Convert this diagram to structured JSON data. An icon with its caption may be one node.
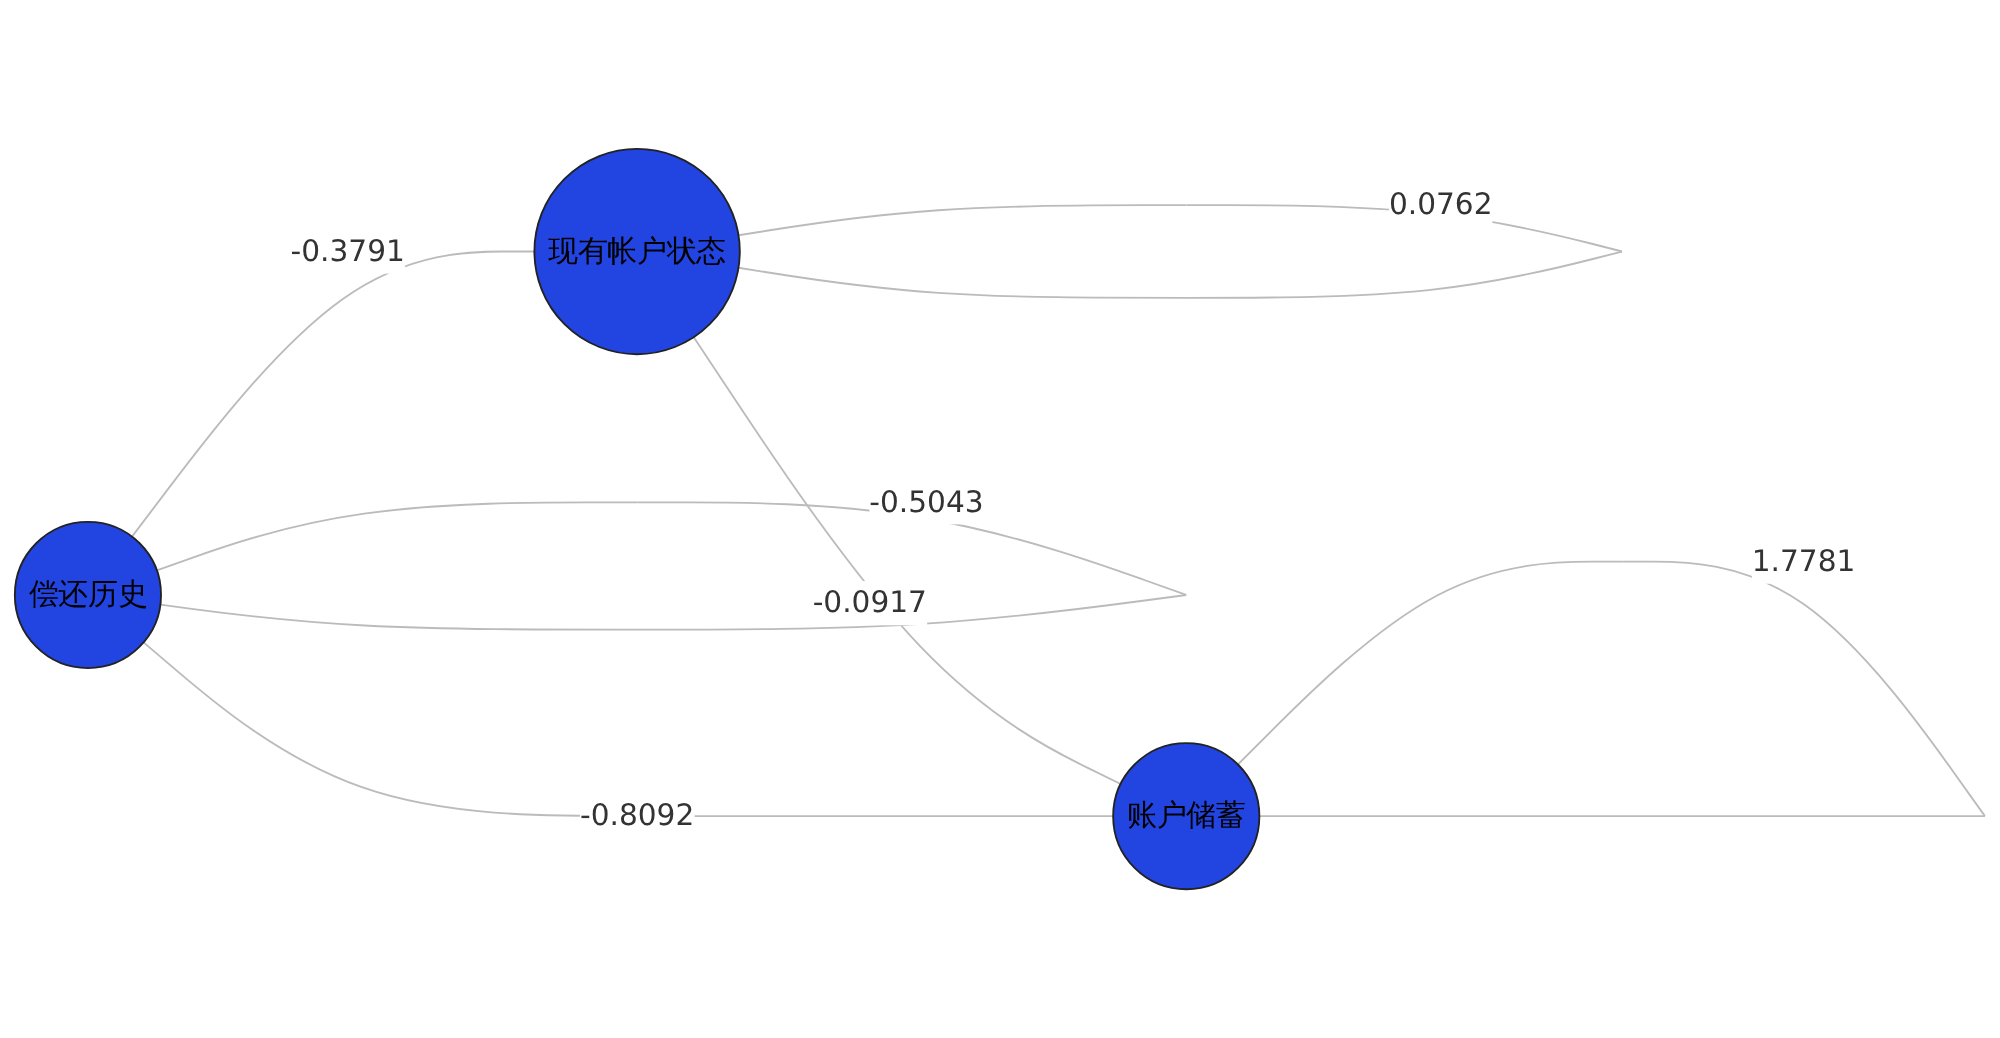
{
  "diagram": {
    "nodes": [
      {
        "text": [
          "现有帐户状态"
        ]
      },
      {
        "text": [
          "偿还历史"
        ]
      },
      {
        "text": [
          "账户储蓄"
        ]
      }
    ],
    "edges": [
      {
        "from": 0,
        "to": 0,
        "arrow": "none",
        "label": "0.0762"
      },
      {
        "from": 1,
        "to": 0,
        "arrow": "none",
        "label": "-0.3791"
      },
      {
        "from": 0,
        "to": 2,
        "arrow": "none",
        "label": "-0.0917"
      },
      {
        "from": 1,
        "to": 1,
        "arrow": "none",
        "label": "-0.5043"
      },
      {
        "from": 1,
        "to": 2,
        "arrow": "none",
        "label": "-0.8092"
      },
      {
        "from": 2,
        "to": 2,
        "arrow": "none",
        "label": "1.7781"
      }
    ]
  }
}
